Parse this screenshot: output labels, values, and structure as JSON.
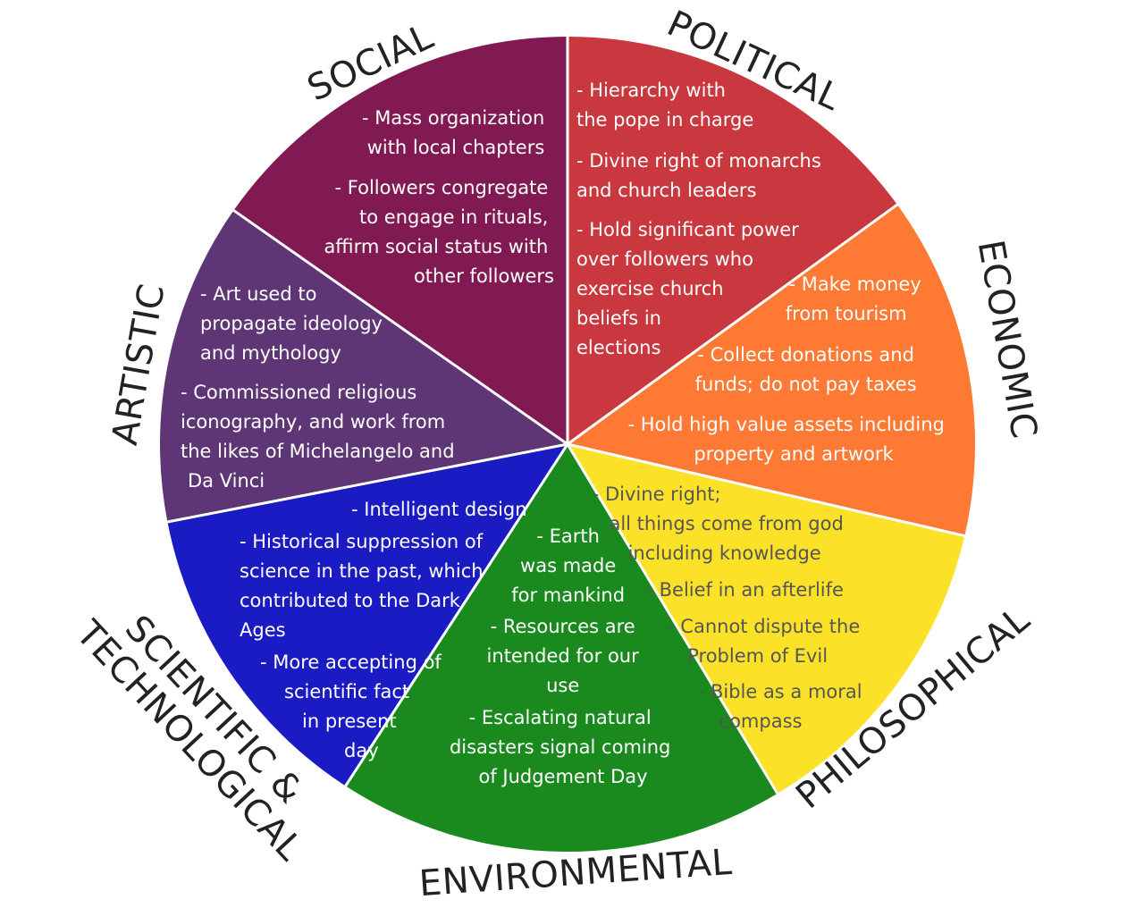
{
  "colors": {
    "political": "#C9383F",
    "economic": "#FE7A34",
    "philosophical": "#FBE229",
    "environmental": "#1A8A1F",
    "scientific": "#1B1BC4",
    "artistic": "#5E3575",
    "social": "#811A52",
    "light_text": "#ffffff",
    "dark_text": "#555555",
    "divider": "#ffffff",
    "label": "#222222"
  },
  "segments": [
    {
      "id": "political",
      "label": "POLITICAL",
      "lines": [
        "- Hierarchy with",
        "the pope in charge",
        "- Divine right of monarchs",
        "and church leaders",
        "- Hold significant power",
        "over followers who",
        "exercise church",
        "beliefs in",
        "elections"
      ]
    },
    {
      "id": "economic",
      "label": "ECONOMIC",
      "lines": [
        "- Make money",
        "from tourism",
        "- Collect donations and",
        "funds; do not pay taxes",
        "- Hold high value assets including",
        "property and artwork"
      ]
    },
    {
      "id": "philosophical",
      "label": "PHILOSOPHICAL",
      "lines": [
        "- Divine right;",
        "all things come from god",
        "including knowledge",
        "- Belief in an afterlife",
        "- Cannot dispute the",
        "Problem of Evil",
        "- Bible as a moral",
        "compass"
      ]
    },
    {
      "id": "environmental",
      "label": "ENVIRONMENTAL",
      "lines": [
        "- Earth",
        "was made",
        "for mankind",
        "- Resources are",
        "intended for our",
        "use",
        "- Escalating natural",
        "disasters signal coming",
        "of Judgement Day"
      ]
    },
    {
      "id": "scientific",
      "label_lines": [
        "SCIENTIFIC &",
        "TECHNOLOGICAL"
      ],
      "lines": [
        "- Intelligent design",
        "- Historical suppression of",
        "science in the past, which",
        "contributed to the Dark",
        "Ages",
        "- More accepting of",
        "scientific fact",
        "in present",
        "day"
      ]
    },
    {
      "id": "artistic",
      "label": "ARTISTIC",
      "lines": [
        "- Art used to",
        "propagate ideology",
        "and mythology",
        "- Commissioned religious",
        "iconography, and work from",
        "the likes of Michelangelo and",
        "Da Vinci"
      ]
    },
    {
      "id": "social",
      "label": "SOCIAL",
      "lines": [
        "- Mass organization",
        "with local chapters",
        "- Followers congregate",
        "to engage in rituals,",
        "affirm social status with",
        "other followers"
      ]
    }
  ]
}
